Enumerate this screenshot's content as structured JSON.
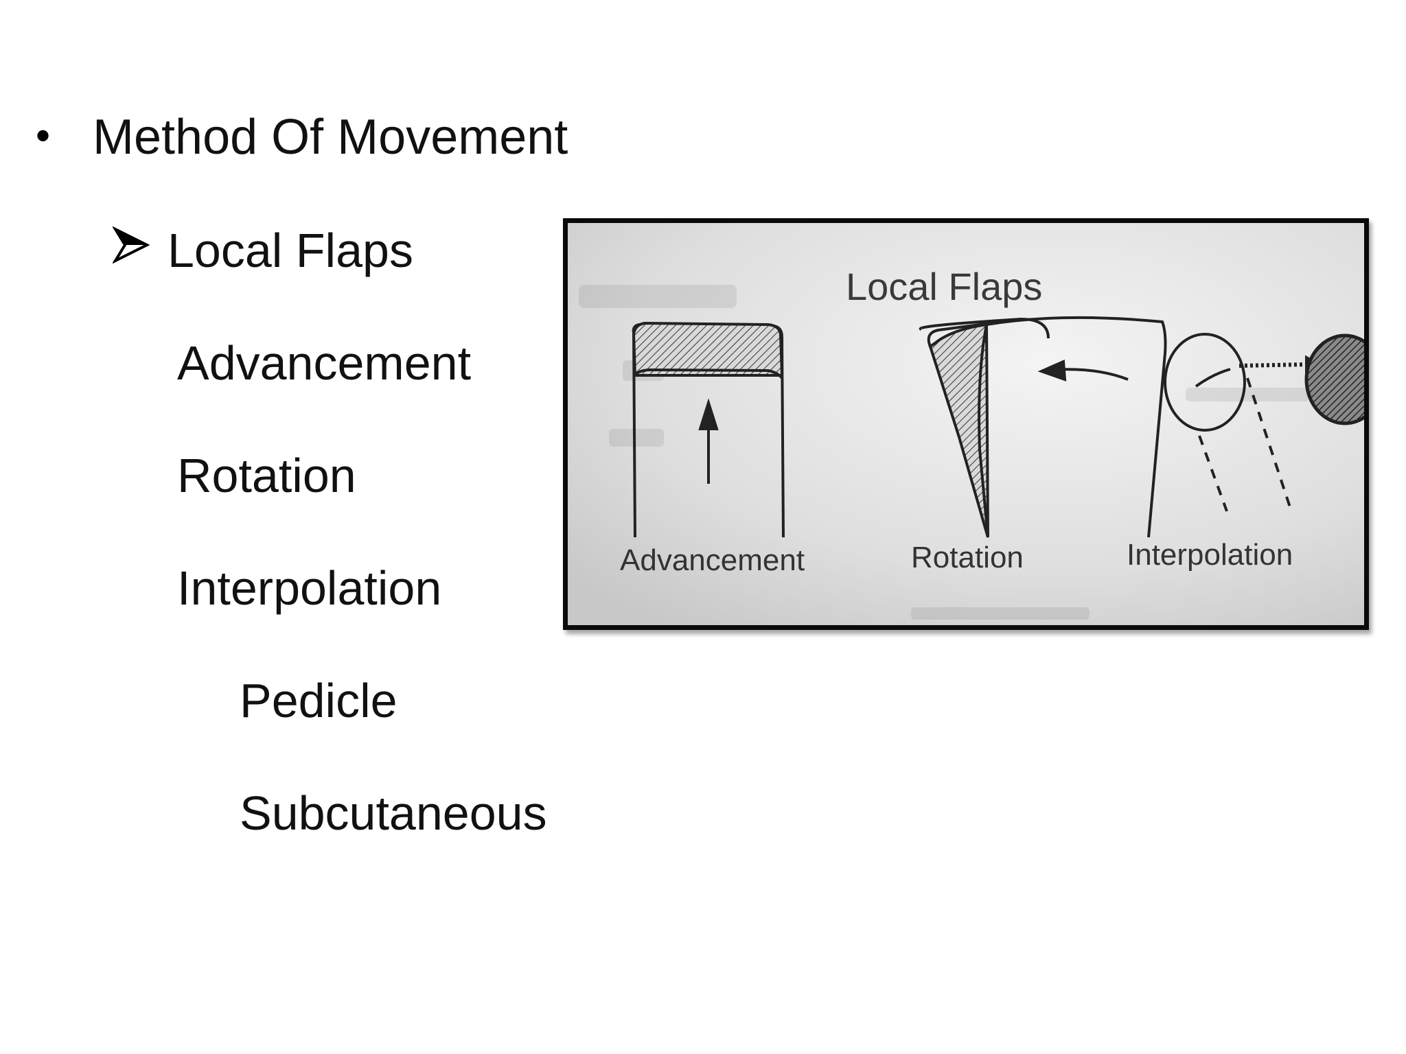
{
  "slide": {
    "bullet_level1": {
      "symbol": "•",
      "text": "Method Of Movement"
    },
    "bullet_level2": {
      "icon": "arrow-bullet-icon",
      "text": "Local Flaps"
    },
    "subitems": [
      "Advancement",
      "Rotation",
      "Interpolation"
    ],
    "subsubitems": [
      "Pedicle",
      "Subcutaneous"
    ]
  },
  "figure": {
    "title": "Local Flaps",
    "labels": [
      "Advancement",
      "Rotation",
      "Interpolation"
    ]
  }
}
